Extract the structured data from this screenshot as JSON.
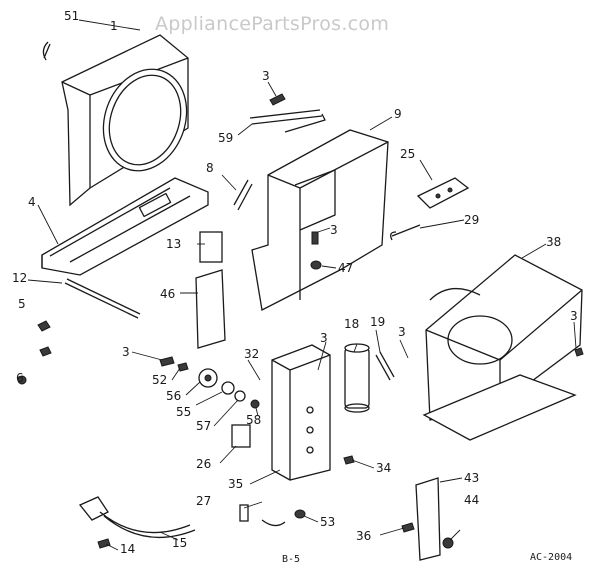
{
  "watermark": "AppliancePartsPros.com",
  "page_ref": "B-5",
  "drawing_id": "AC-2004",
  "callouts": {
    "c51": "51",
    "c1": "1",
    "c3a": "3",
    "c59": "59",
    "c9": "9",
    "c8": "8",
    "c25": "25",
    "c4": "4",
    "c13": "13",
    "c3b": "3",
    "c29": "29",
    "c47": "47",
    "c38": "38",
    "c12": "12",
    "c5": "5",
    "c46": "46",
    "c18": "18",
    "c19": "19",
    "c3c": "3",
    "c3d": "3",
    "c6": "6",
    "c3e": "3",
    "c52": "52",
    "c32": "32",
    "c3f": "3",
    "c56": "56",
    "c55": "55",
    "c57": "57",
    "c58": "58",
    "c26": "26",
    "c34": "34",
    "c35": "35",
    "c43": "43",
    "c27": "27",
    "c44": "44",
    "c53": "53",
    "c36": "36",
    "c14": "14",
    "c15": "15"
  }
}
